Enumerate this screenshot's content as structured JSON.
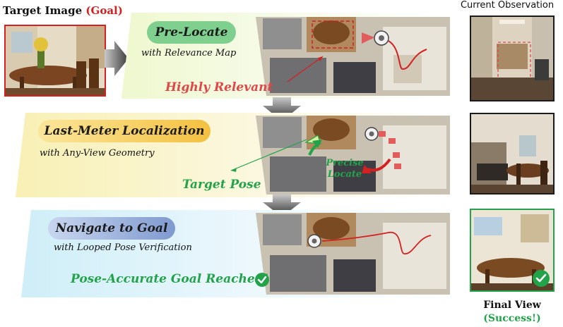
{
  "target": {
    "title_prefix": "Target Image ",
    "title_goal": "(Goal)"
  },
  "observation": {
    "title": "Current Observation"
  },
  "stages": [
    {
      "label": "Pre-Locate",
      "subtitle": "with Relevance Map",
      "annotation": "Highly Relevant"
    },
    {
      "label": "Last-Meter Localization",
      "subtitle": "with Any-View Geometry",
      "annotation": "Target Pose",
      "annotation_2_line1": "Precise",
      "annotation_2_line2": "Locate"
    },
    {
      "label": "Navigate to Goal",
      "subtitle": "with Looped Pose Verification",
      "annotation": "Pose-Accurate Goal Reached!"
    }
  ],
  "final": {
    "title": "Final View",
    "success": "(Success!)"
  },
  "colors": {
    "red": "#d42020",
    "green": "#22a34a",
    "pill_1": "#7fcf8e",
    "pill_2": "#f5c94e",
    "pill_3": "#8fa7d6"
  }
}
